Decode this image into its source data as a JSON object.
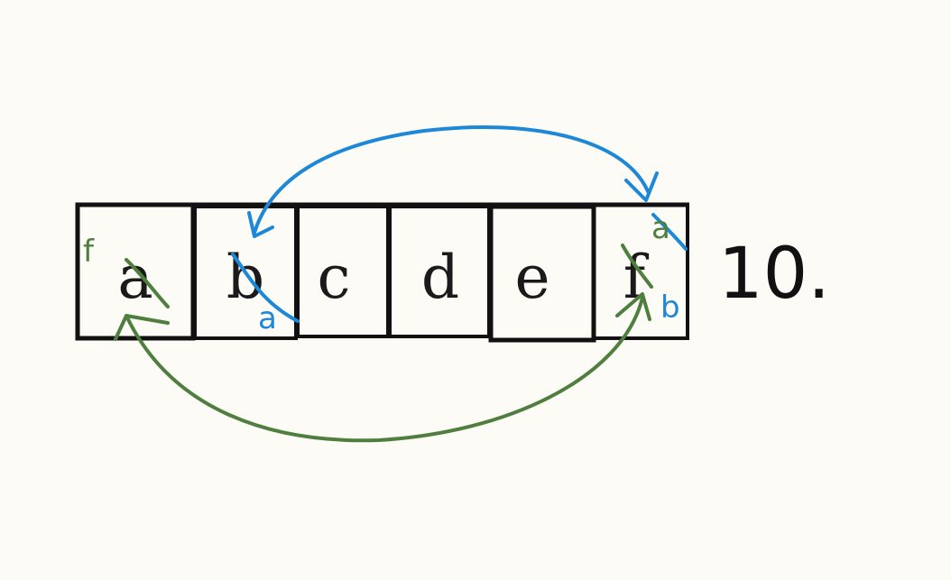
{
  "colors": {
    "background": "#fdfbf6",
    "cell_border": "#111111",
    "blue_ink": "#1e88d8",
    "green_ink": "#4f7f3f",
    "black_ink": "#111111"
  },
  "array": {
    "cells": [
      "a",
      "b",
      "c",
      "d",
      "e",
      "f"
    ]
  },
  "annotations": {
    "count_note": "10.",
    "green_mark_on_a": "f",
    "blue_mark_on_b": "a",
    "blue_mark_on_f_top": "a",
    "blue_mark_on_f_bottom": "b"
  },
  "arrows": [
    {
      "name": "blue-swap-arrow",
      "from": "b",
      "to": "f",
      "color_key": "blue_ink"
    },
    {
      "name": "green-swap-arrow",
      "from": "f",
      "to": "a",
      "color_key": "green_ink"
    }
  ]
}
